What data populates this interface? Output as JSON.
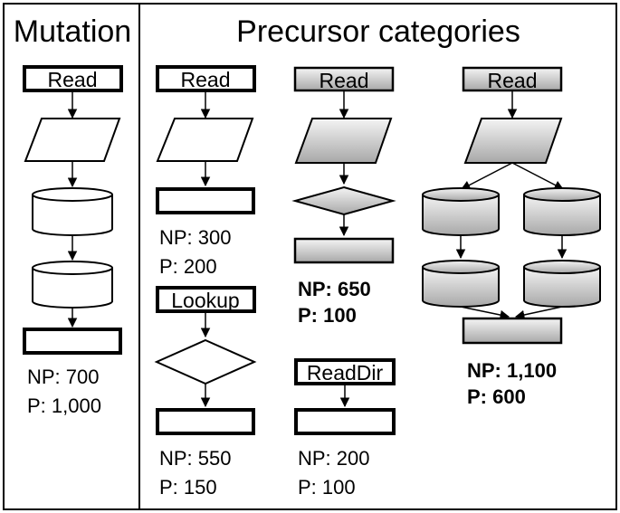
{
  "headings": {
    "mutation": "Mutation",
    "precursor": "Precursor categories"
  },
  "labels": {
    "read": "Read",
    "lookup": "Lookup",
    "readdir": "ReadDir"
  },
  "stats": {
    "mutation": {
      "np": "NP: 700",
      "p": "P: 1,000"
    },
    "cat1": {
      "np": "NP: 300",
      "p": "P: 200"
    },
    "cat2": {
      "np": "NP: 650",
      "p": "P: 100"
    },
    "cat3": {
      "np": "NP: 1,100",
      "p": "P: 600"
    },
    "cat4": {
      "np": "NP: 550",
      "p": "P: 150"
    },
    "cat5": {
      "np": "NP: 200",
      "p": "P: 100"
    }
  },
  "colors": {
    "gray_light": "#f2f2f2",
    "gray_dark": "#a6a6a6",
    "line": "#000000"
  }
}
